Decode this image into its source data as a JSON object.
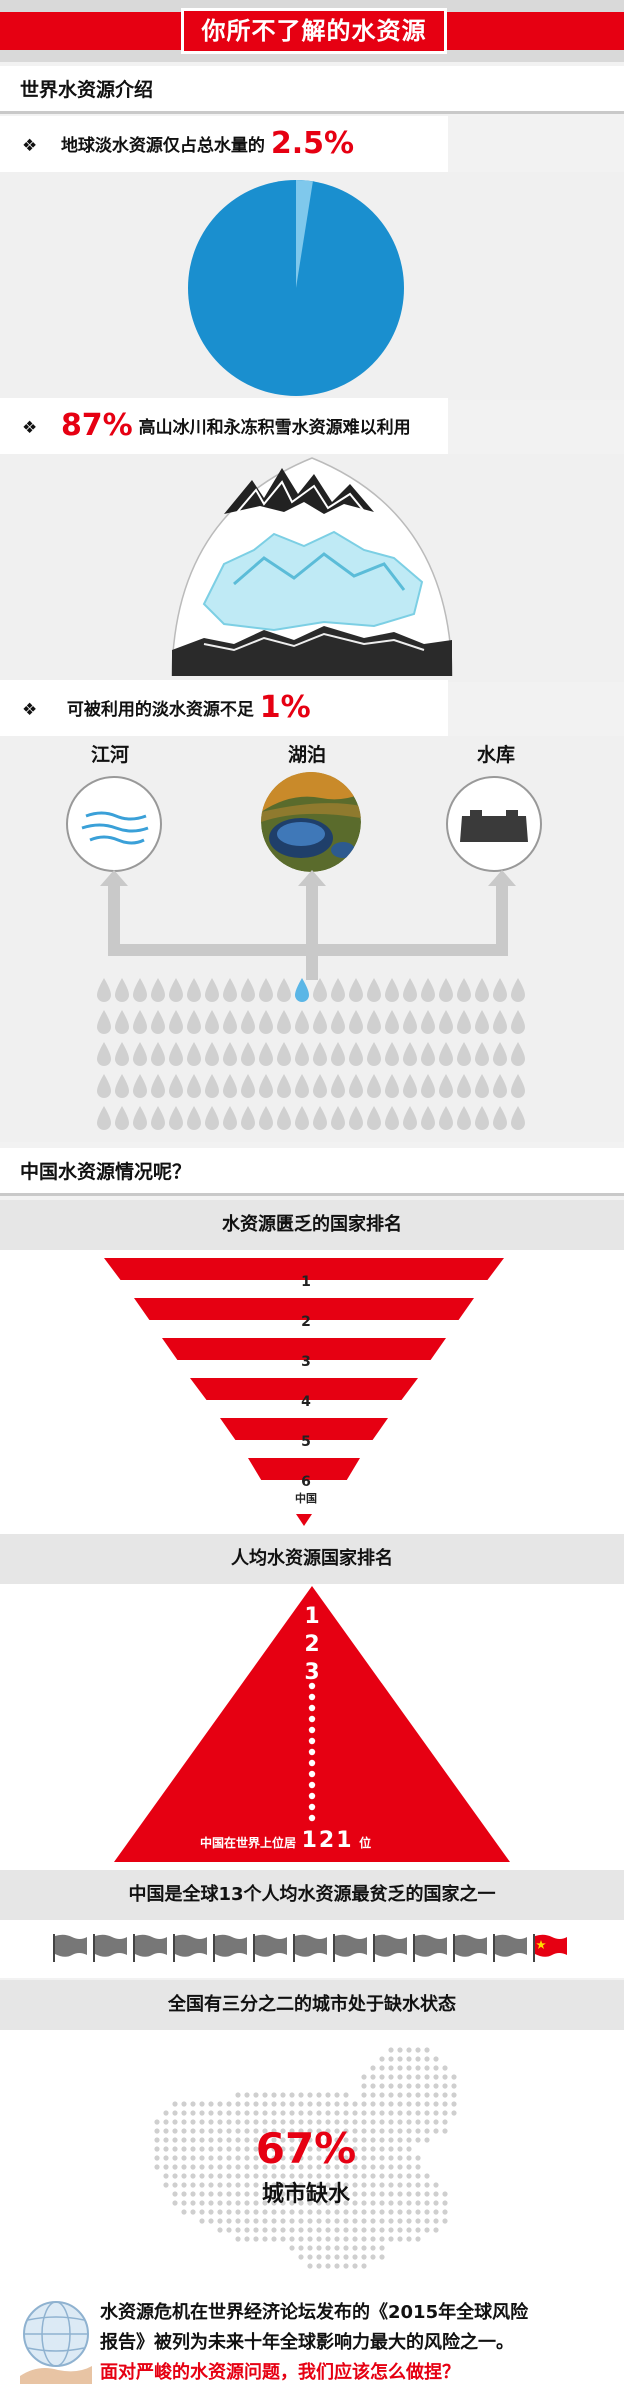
{
  "header": {
    "title": "你所不了解的水资源"
  },
  "world": {
    "section_title": "世界水资源介绍",
    "bullet_glyph": "❖",
    "fact1": {
      "text": "地球淡水资源仅占总水量的",
      "value": "2.5%",
      "fraction": 0.025
    },
    "fact2": {
      "value": "87%",
      "text": "高山冰川和永冻积雪水资源难以利用"
    },
    "fact3": {
      "text": "可被利用的淡水资源不足",
      "value": "1%"
    },
    "sources": [
      {
        "label": "江河",
        "icon": "river-icon"
      },
      {
        "label": "湖泊",
        "icon": "lake-photo"
      },
      {
        "label": "水库",
        "icon": "reservoir-icon"
      }
    ],
    "drops": {
      "rows": 5,
      "cols": 24,
      "highlighted_row": 0,
      "highlighted_col": 11
    }
  },
  "china": {
    "section_title": "中国水资源情况呢？",
    "scarcity_rank": {
      "title": "水资源匮乏的国家排名",
      "ranks": [
        "1",
        "2",
        "3",
        "4",
        "5",
        "6"
      ],
      "china_label": "中国"
    },
    "per_capita_rank": {
      "title": "人均水资源国家排名",
      "ranks": [
        "1",
        "2",
        "3"
      ],
      "caption_prefix": "中国在世界上位居",
      "caption_value": "121",
      "caption_suffix": "位"
    },
    "poorest": {
      "title": "中国是全球13个人均水资源最贫乏的国家之一",
      "flag_count": 13
    },
    "cities": {
      "title": "全国有三分之二的城市处于缺水状态",
      "value": "67%",
      "label": "城市缺水"
    }
  },
  "footer": {
    "line1": "水资源危机在世界经济论坛发布的《2015年全球风险",
    "line2": "报告》被列为未来十年全球影响力最大的风险之一。",
    "line3": "面对严峻的水资源问题，我们应该怎么做捏？"
  },
  "colors": {
    "red": "#e60012",
    "blue": "#1a8fcf",
    "gray_drop": "#d0d0d0",
    "light_blue_drop": "#5bb6e6"
  }
}
